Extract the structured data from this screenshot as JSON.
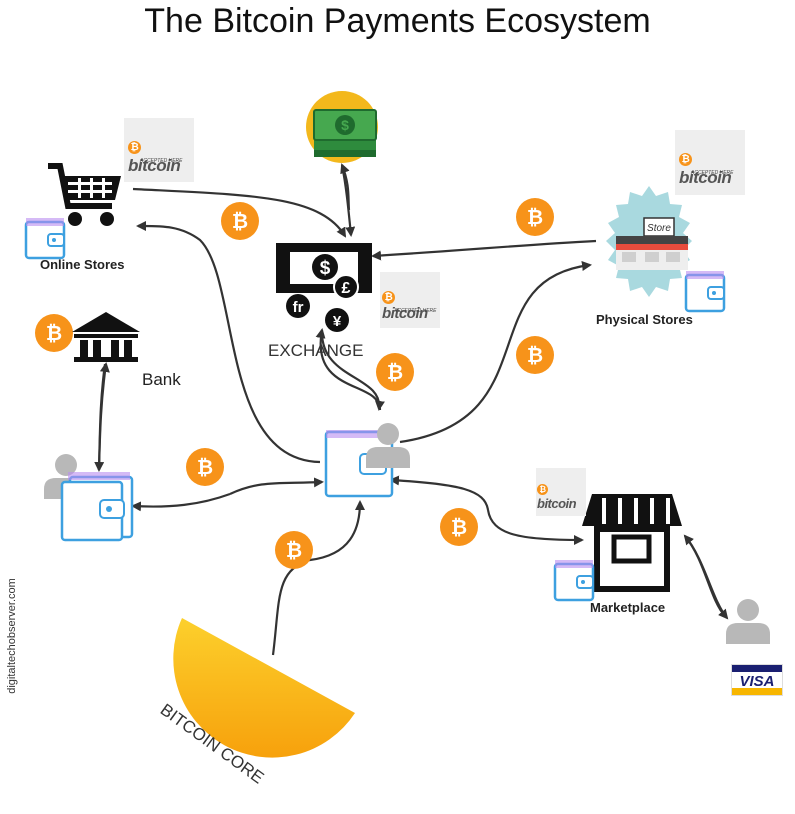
{
  "title": "The Bitcoin Payments Ecosystem",
  "nodes": {
    "online_stores": "Online Stores",
    "physical_stores": "Physical Stores",
    "exchange": "EXCHANGE",
    "bank": "Bank",
    "marketplace": "Marketplace",
    "bitcoin_core": "BITCOIN CORE"
  },
  "badge": {
    "brand": "bitcoin",
    "sub": "ACCEPTED HERE"
  },
  "store_sign": "Store",
  "visa": "VISA",
  "watermark": "digitaltechobserver.com",
  "colors": {
    "bitcoin_orange": "#f7931a",
    "wallet_blue": "#3da0e0",
    "wallet_purple": "#b98cf0",
    "person_gray": "#b8b8b8",
    "core_yellow": "#f9b825",
    "money_green": "#2e8b3d"
  }
}
